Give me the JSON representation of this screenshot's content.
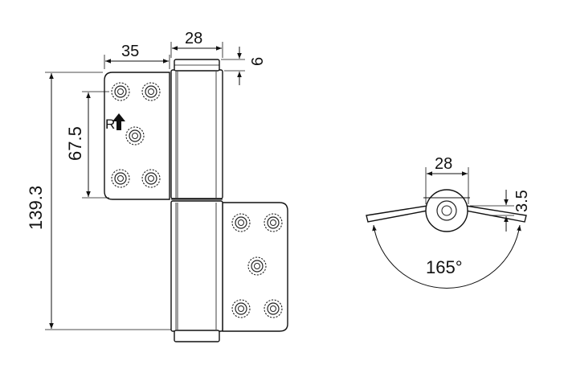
{
  "dimensions": {
    "top_width_left": "35",
    "top_width_barrel": "28",
    "top_gap": "6",
    "left_overall_height": "139.3",
    "left_hole_span": "67.5",
    "side_barrel_width": "28",
    "side_offset": "3.5",
    "opening_angle": "165°"
  },
  "markers": {
    "direction_letter": "R"
  }
}
